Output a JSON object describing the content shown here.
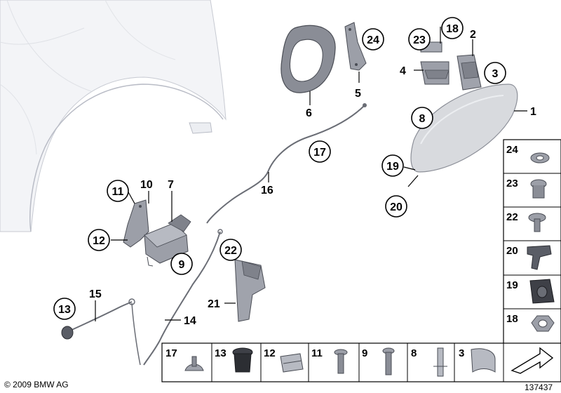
{
  "diagram": {
    "callouts": [
      "1",
      "2",
      "3",
      "4",
      "5",
      "6",
      "7",
      "8",
      "9",
      "10",
      "11",
      "12",
      "13",
      "14",
      "15",
      "16",
      "17",
      "18",
      "19",
      "20",
      "21",
      "22",
      "23",
      "24"
    ],
    "right_column": [
      "24",
      "23",
      "22",
      "20",
      "19",
      "18"
    ],
    "bottom_row": [
      "17",
      "13",
      "12",
      "11",
      "9",
      "8",
      "3"
    ],
    "copyright": "© 2009 BMW AG",
    "diagram_number": "137437"
  }
}
